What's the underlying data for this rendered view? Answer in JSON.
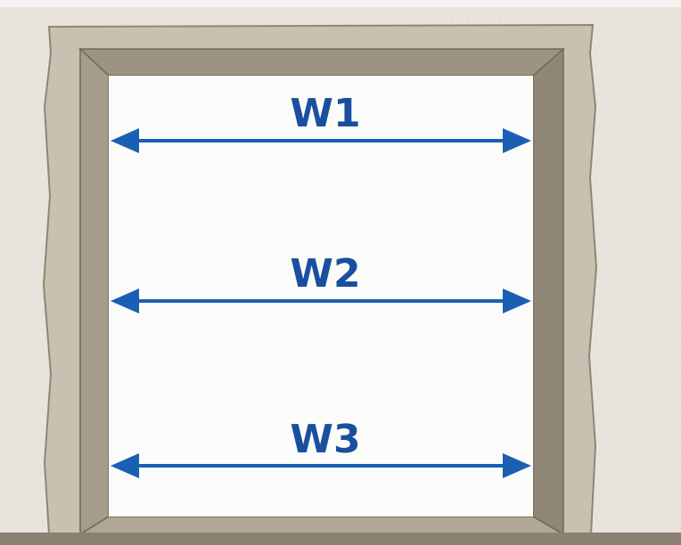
{
  "diagram": {
    "labels": {
      "w1": "W1",
      "w2": "W2",
      "w3": "W3"
    }
  },
  "colors": {
    "arrow": "#1a5fb4",
    "label": "#1a4fa0",
    "wall": "#e8e4dc",
    "frame": "#b6ad9c",
    "opening": "#fbfbf9"
  }
}
